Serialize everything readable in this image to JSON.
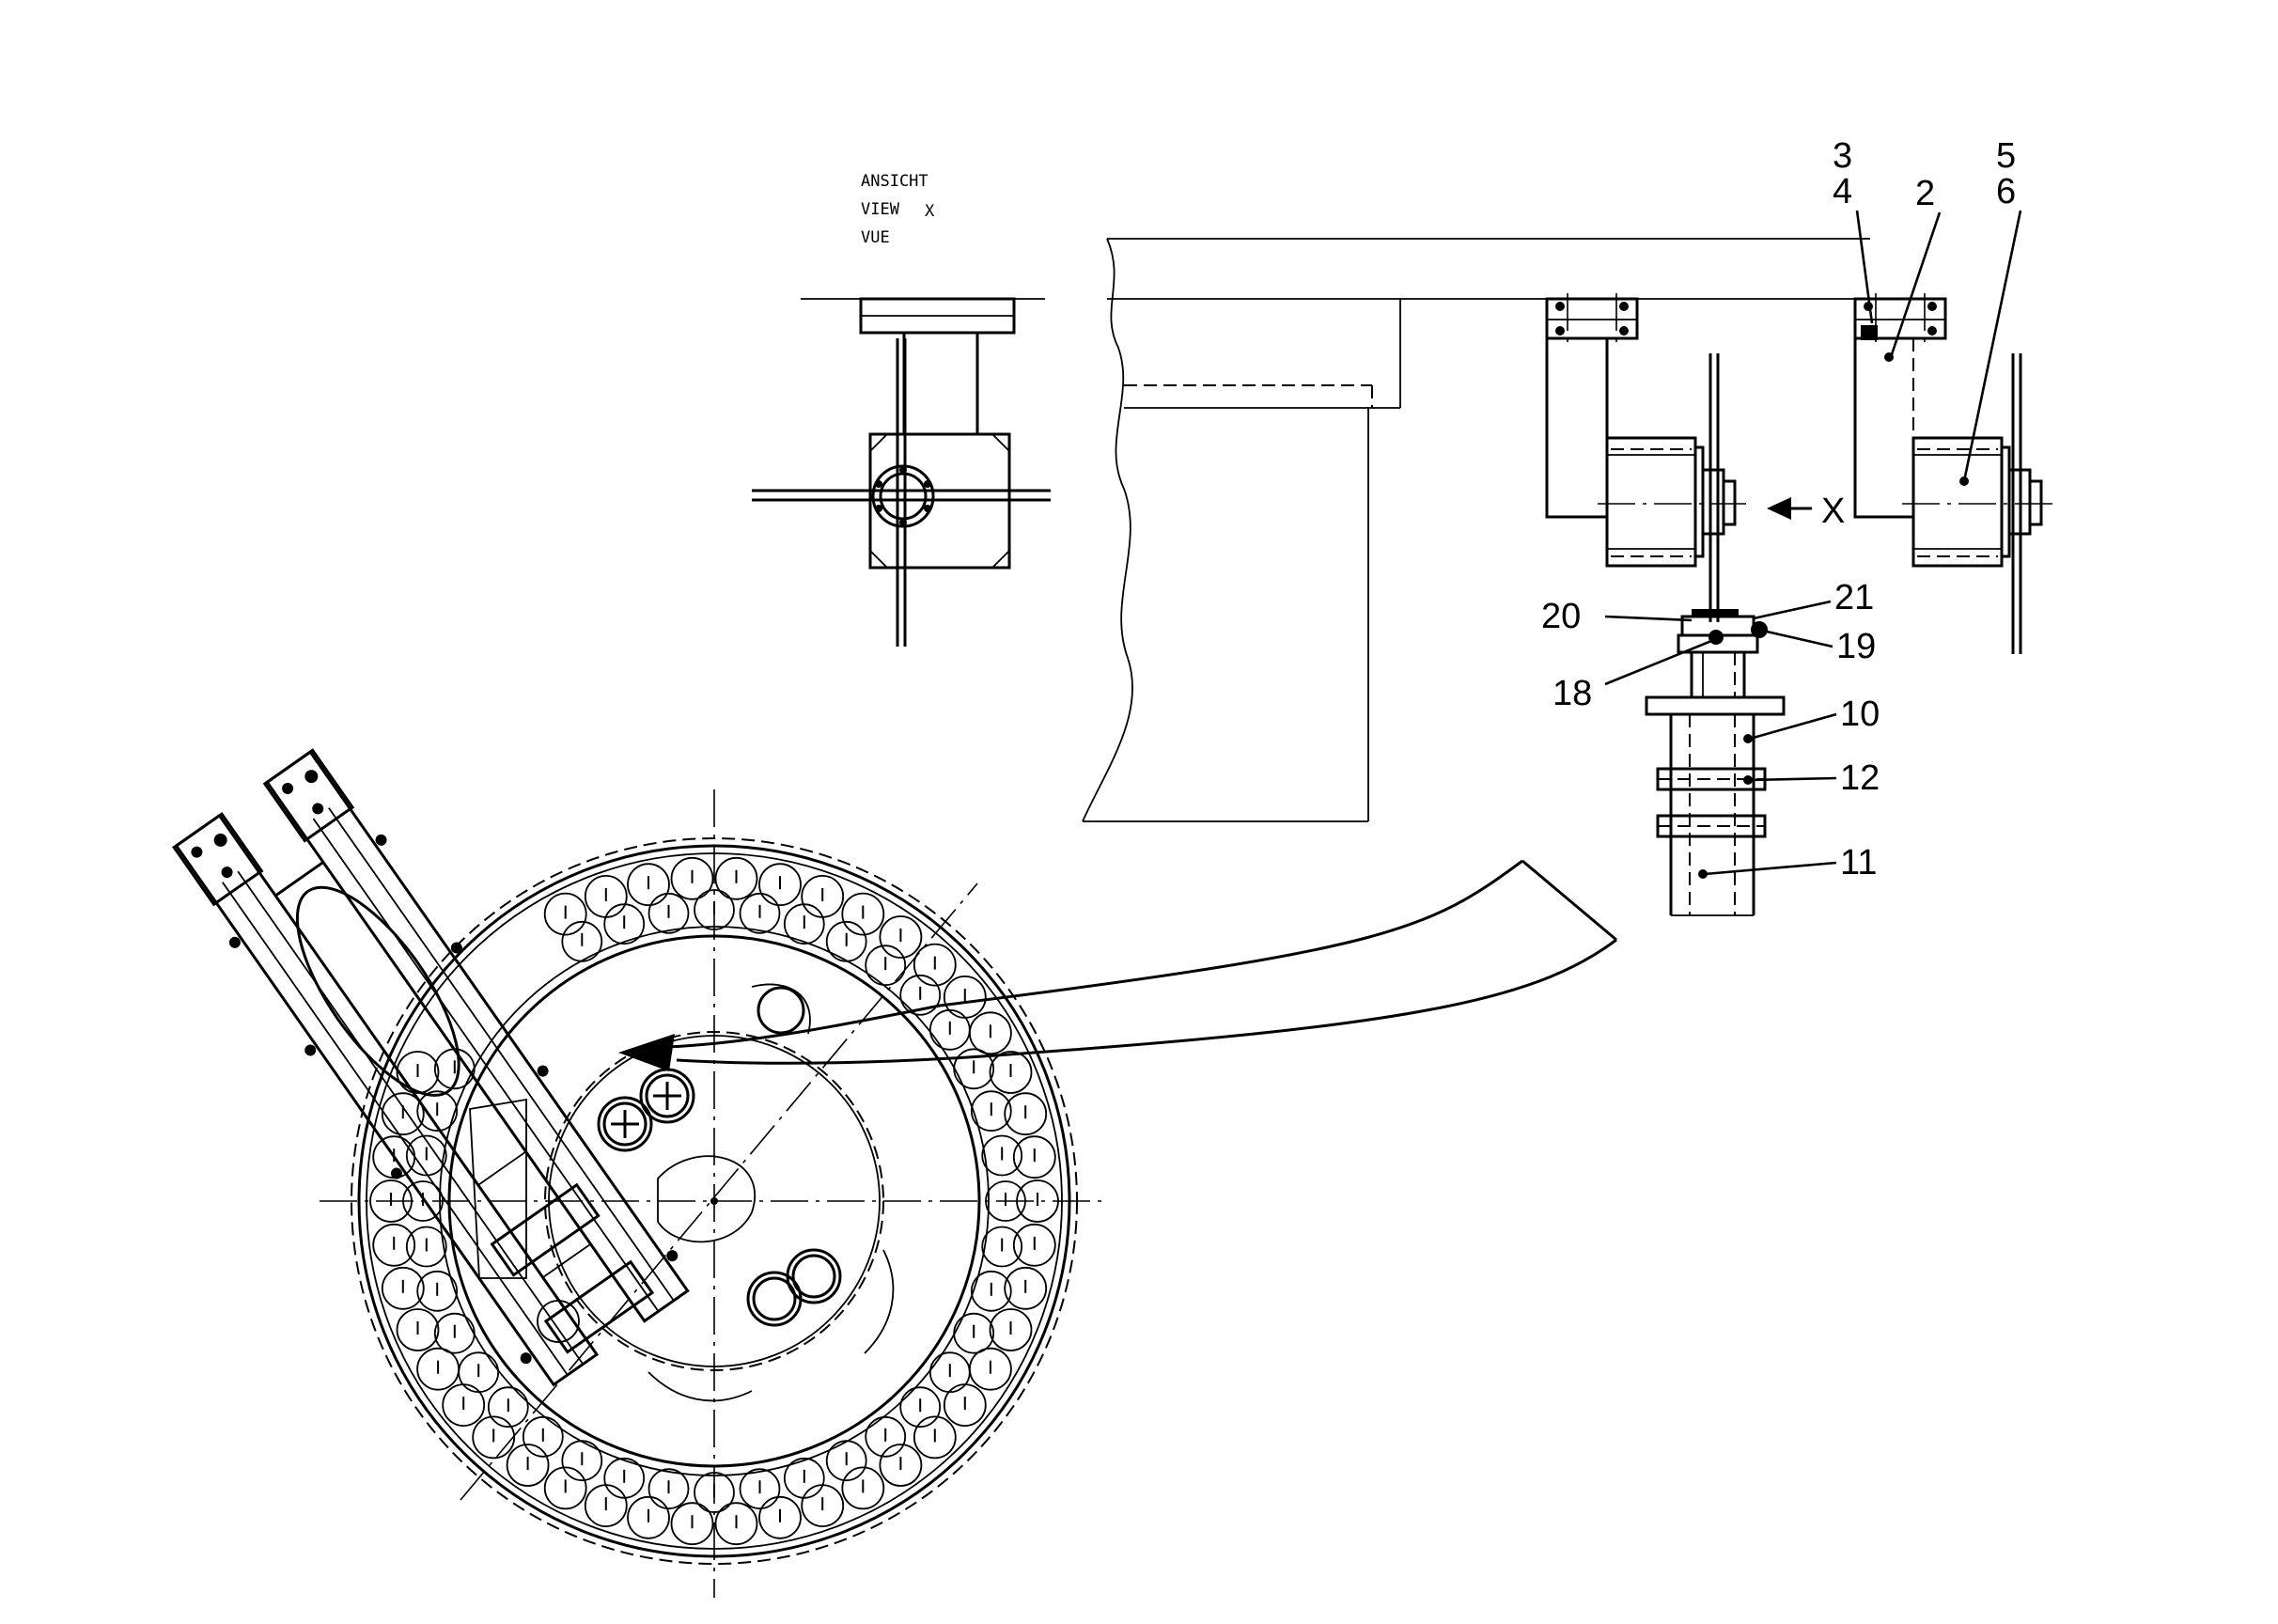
{
  "view_caption": {
    "line1": "ANSICHT",
    "line2": "VIEW",
    "line3": "VUE",
    "view_letter": "X"
  },
  "arrow_label": "X",
  "callouts": {
    "c2": "2",
    "c3": "3",
    "c4": "4",
    "c5": "5",
    "c6": "6",
    "c10": "10",
    "c11": "11",
    "c12": "12",
    "c18": "18",
    "c19": "19",
    "c20": "20",
    "c21": "21"
  }
}
